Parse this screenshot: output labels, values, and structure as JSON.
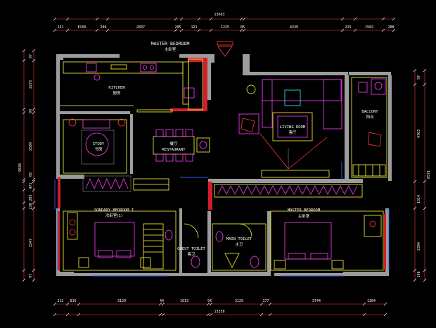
{
  "overall": {
    "top_total": "13663",
    "bottom_total": "13258",
    "left_total": "9038",
    "right_total": "8571"
  },
  "top_dims": [
    "151",
    "1540",
    "206",
    "2837",
    "205",
    "121",
    "1225",
    "85",
    "4239",
    "215",
    "1502",
    "208"
  ],
  "bottom_dims": [
    "212",
    "816",
    "3129",
    "44",
    "1613",
    "94",
    "2129",
    "177",
    "3744",
    "1304"
  ],
  "left_dims": [
    "97",
    "2273",
    "99",
    "2509",
    "60",
    "471",
    "203",
    "230",
    "2247",
    "97"
  ],
  "right_dims": [
    "97",
    "4763",
    "1314",
    "2394",
    "190"
  ],
  "rooms": {
    "master_bedroom_top_en": "MASTER BEDROOM",
    "master_bedroom_top_cn": "主卧室",
    "kitchen_en": "KITCHEN",
    "kitchen_cn": "厨房",
    "study_en": "STUDY",
    "study_cn": "书房",
    "restaurant_cn": "餐厅",
    "restaurant_en": "RESTAURANT",
    "living_en": "LIVING ROOM",
    "living_cn": "客厅",
    "balcony_en": "BALCONY",
    "balcony_cn": "阳台",
    "secondary_en": "SONDARY BEDROOM I",
    "secondary_cn": "次卧室(1)",
    "guest_toilet_en": "GUEST TOILET",
    "guest_toilet_cn": "客卫",
    "main_toilet_en": "MAIN TOILET",
    "main_toilet_cn": "主卫",
    "master_bedroom_en": "MASTER BEDROOM",
    "master_bedroom_cn": "主卧室"
  },
  "colors": {
    "background": "#000000",
    "wall": "#9c9c9c",
    "accent_red": "#d21e2a",
    "yellow": "#ffff3a",
    "magenta": "#ff40ff",
    "cyan": "#3af0ff",
    "blue": "#3a5aff"
  }
}
